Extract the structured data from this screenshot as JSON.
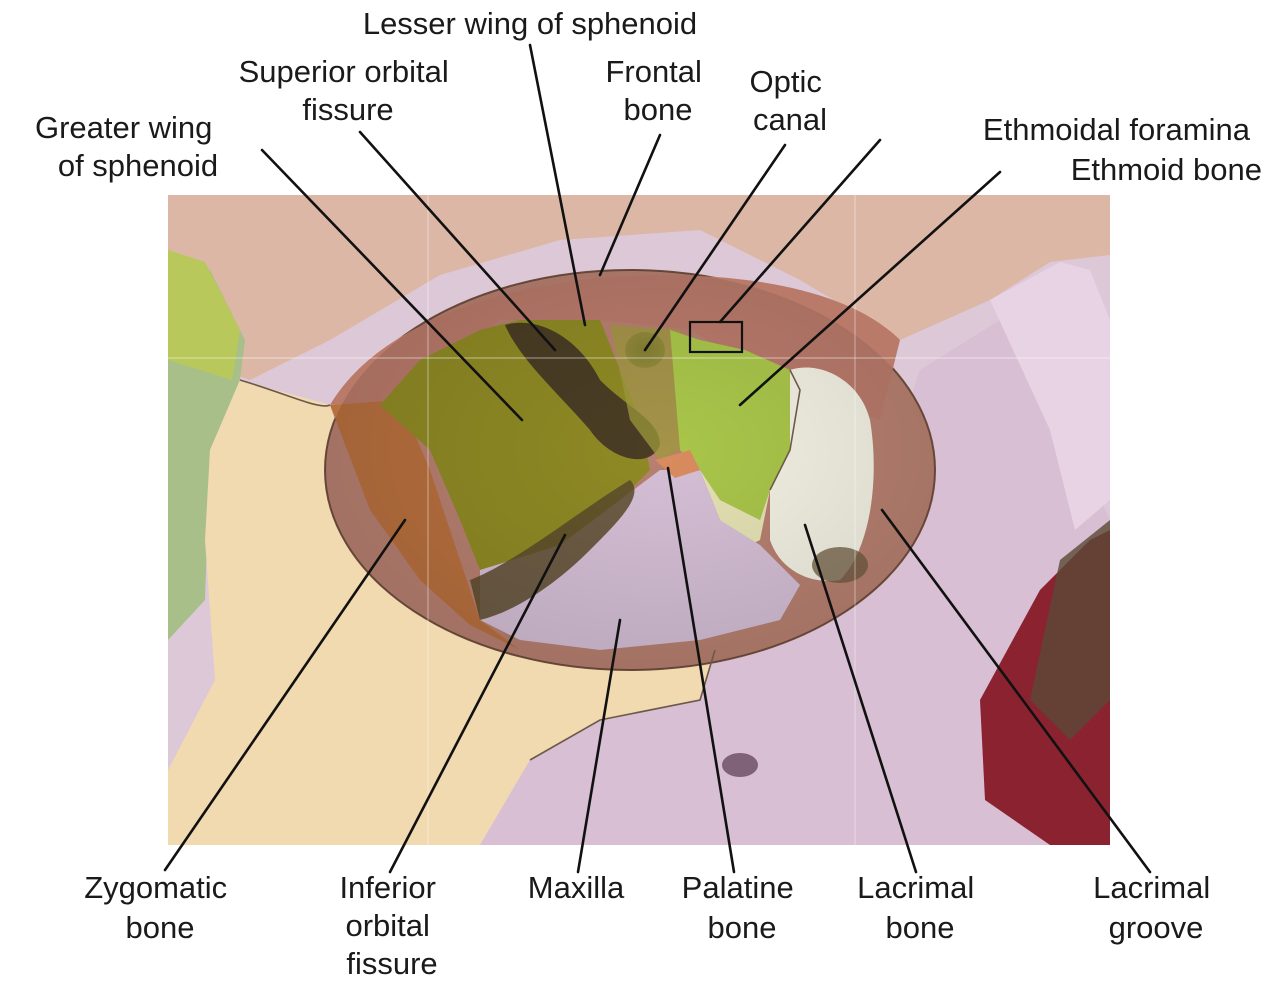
{
  "labels": {
    "lesser_wing": "Lesser wing of sphenoid",
    "superior_fissure": [
      "Superior orbital",
      "fissure"
    ],
    "frontal_bone": [
      "Frontal",
      "bone"
    ],
    "optic_canal": [
      "Optic",
      "canal"
    ],
    "ethmoidal_foramina": "Ethmoidal foramina",
    "ethmoid_bone": "Ethmoid bone",
    "greater_wing": [
      "Greater wing",
      "of sphenoid"
    ],
    "zygomatic_bone": [
      "Zygomatic",
      "bone"
    ],
    "inferior_fissure": [
      "Inferior",
      "orbital",
      "fissure"
    ],
    "maxilla": "Maxilla",
    "palatine_bone": [
      "Palatine",
      "bone"
    ],
    "lacrimal_bone": [
      "Lacrimal",
      "bone"
    ],
    "lacrimal_groove": [
      "Lacrimal",
      "groove"
    ]
  },
  "colors": {
    "frontal": "#caa08e",
    "greater_wing": "#8f8a24",
    "ethmoid": "#a9c64a",
    "lacrimal": "#f3f0e3",
    "zygomatic": "#f1d9b0",
    "maxilla": "#d9c0d2",
    "palatine": "#d98c5e",
    "zygomatic_orbital": "#b8703e",
    "nasal": "#8a2230"
  }
}
